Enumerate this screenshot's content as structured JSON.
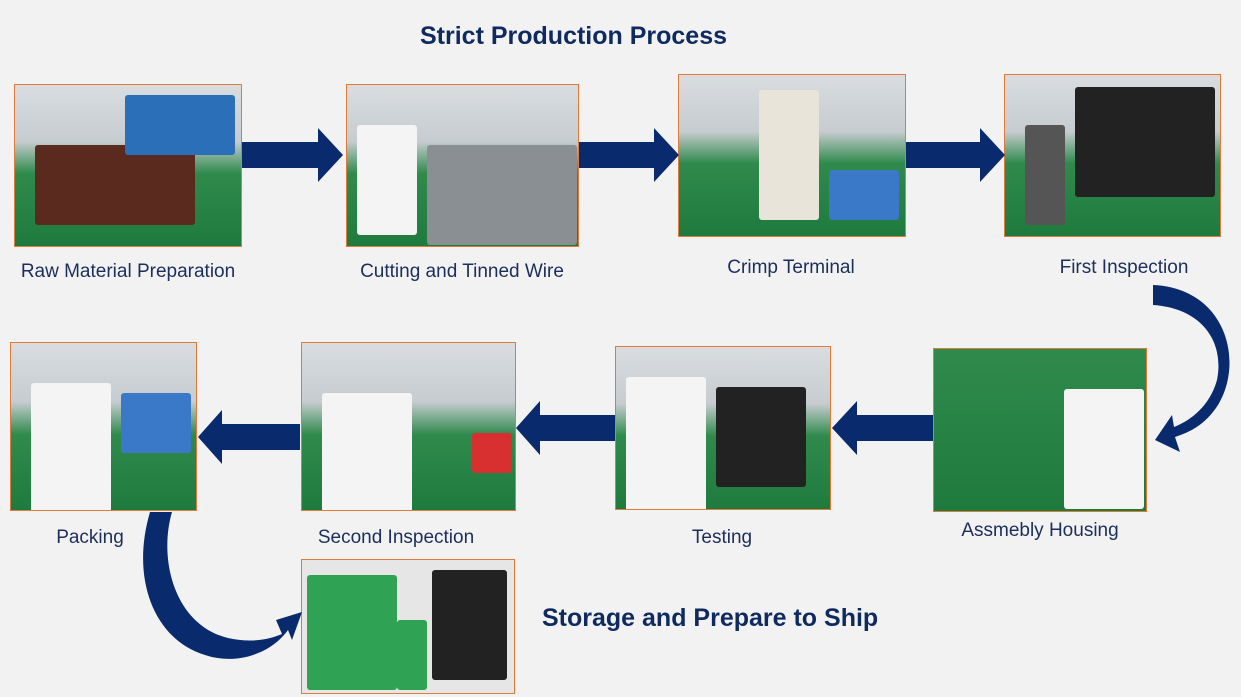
{
  "title": "Strict Production Process",
  "final_step": "Storage and Prepare to Ship",
  "steps": [
    {
      "label": "Raw Material Preparation"
    },
    {
      "label": "Cutting and Tinned Wire"
    },
    {
      "label": "Crimp Terminal"
    },
    {
      "label": "First Inspection"
    },
    {
      "label": "Assmebly Housing"
    },
    {
      "label": "Testing"
    },
    {
      "label": "Second Inspection"
    },
    {
      "label": "Packing"
    }
  ],
  "colors": {
    "arrow": "#0a2a6e",
    "photo_border": "#e07a3a",
    "text": "#1c2e5a"
  }
}
